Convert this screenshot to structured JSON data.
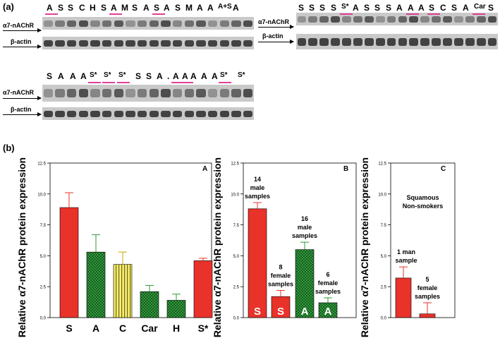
{
  "figure": {
    "panel_a_label": "(a)",
    "panel_b_label": "(b)",
    "row_label_receptor": "α7-nAChR",
    "row_label_control": "β-actin"
  },
  "blots": [
    {
      "lanes": [
        "A",
        "S",
        "S",
        "C",
        "H",
        "S",
        "A",
        "M",
        "S",
        "A",
        "S",
        "A",
        "S",
        "M",
        "A",
        "A",
        "A+S",
        "A"
      ],
      "underlined": [
        0,
        6,
        10
      ]
    },
    {
      "lanes": [
        "S",
        "S",
        "S",
        "S",
        "S*",
        "A",
        "S",
        "S",
        "S",
        "A",
        "A",
        "A",
        "S",
        "C",
        "S",
        "A",
        "Car",
        "S"
      ],
      "underlined": [
        4,
        10,
        12,
        16
      ]
    },
    {
      "lanes": [
        "S",
        "A",
        "A",
        "A",
        "S*",
        "S*",
        "S*",
        "S",
        "S",
        "A",
        ".",
        "A",
        "A",
        "A",
        "A",
        "A",
        "S*",
        "S*"
      ],
      "underlined": [
        4,
        5,
        6,
        11,
        12,
        16
      ]
    }
  ],
  "chart_data": [
    {
      "type": "bar",
      "panel": "A",
      "categories": [
        "S",
        "A",
        "C",
        "Car",
        "H",
        "S*"
      ],
      "values": [
        8.9,
        5.3,
        4.3,
        2.1,
        1.4,
        4.6
      ],
      "errors": [
        1.2,
        1.4,
        1.0,
        0.5,
        0.5,
        0.2
      ],
      "fills": [
        "solid-red",
        "green-check",
        "yellow-stripe",
        "green-check",
        "green-check",
        "solid-red"
      ],
      "ylabel": "Relative α7-nAChR protein expression",
      "ylim": [
        0,
        12.5
      ],
      "yticks": [
        "0.0",
        "2.5",
        "5.0",
        "7.5",
        "10.0",
        "12.5"
      ],
      "colors": {
        "red": "#e8322a",
        "green": "#2f9a3a",
        "yellow": "#f6ee6a"
      }
    },
    {
      "type": "bar",
      "panel": "B",
      "categories": [
        "S",
        "S",
        "A",
        "A"
      ],
      "values": [
        8.8,
        1.7,
        5.5,
        1.2
      ],
      "errors": [
        0.5,
        0.5,
        0.6,
        0.4
      ],
      "fills": [
        "solid-red",
        "solid-red",
        "green-check",
        "green-check"
      ],
      "annotations": [
        [
          "14",
          "male",
          "samples"
        ],
        [
          "8",
          "female",
          "samples"
        ],
        [
          "16",
          "male",
          "samples"
        ],
        [
          "6",
          "female",
          "samples"
        ]
      ],
      "ylabel": "Relative α7-nAChR protein expression",
      "ylim": [
        0,
        12.5
      ],
      "yticks": [
        "0.0",
        "2.5",
        "5.0",
        "7.5",
        "10.0",
        "12.5"
      ]
    },
    {
      "type": "bar",
      "panel": "C",
      "categories": [
        "",
        ""
      ],
      "values": [
        3.2,
        0.3
      ],
      "errors": [
        0.9,
        0.9
      ],
      "fills": [
        "solid-red",
        "solid-red"
      ],
      "annotations": [
        [
          "1 man",
          "sample"
        ],
        [
          "5",
          "female",
          "samples"
        ]
      ],
      "note": [
        "Squamous",
        "Non-smokers"
      ],
      "ylabel": "Relative α7-nAChR protein expression",
      "ylim": [
        0,
        12.5
      ],
      "yticks": [
        "0.0",
        "2.5",
        "5.0",
        "7.5",
        "10.0",
        "12.5"
      ]
    }
  ]
}
